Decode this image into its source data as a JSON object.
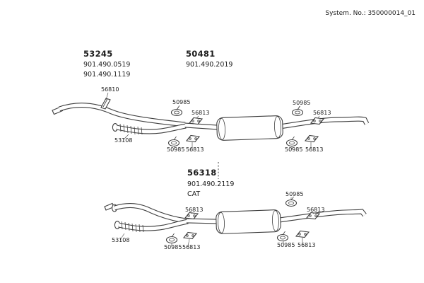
{
  "header": {
    "system_no": "System. No.: 350000014_01"
  },
  "assemblies": {
    "top_left": {
      "part_no": "53245",
      "ref1": "901.490.0519",
      "ref2": "901.490.1119"
    },
    "top_center": {
      "part_no": "50481",
      "ref1": "901.490.2019"
    },
    "middle": {
      "part_no": "56318",
      "ref1": "901.490.2119",
      "note": "CAT"
    }
  },
  "part_labels": {
    "bracket": "56810",
    "flex_pipe": "53108",
    "clamp": "50985",
    "hanger": "56813"
  }
}
